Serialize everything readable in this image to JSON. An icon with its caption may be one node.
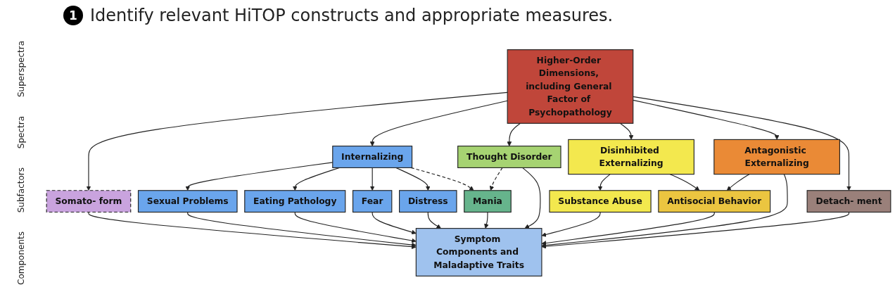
{
  "diagram": {
    "title": "Identify relevant HiTOP constructs and appropriate measures.",
    "nodes": [
      {
        "text": [
          "Higher-Order Dimensions, including General Factor of Psychopathology"
        ]
      },
      {
        "text": [
          "Somato- form"
        ]
      },
      {
        "text": [
          "Internalizing"
        ]
      },
      {
        "text": [
          "Thought Disorder"
        ]
      },
      {
        "text": [
          "Disinhibited Externalizing"
        ]
      },
      {
        "text": [
          "Antagonistic Externalizing"
        ]
      },
      {
        "text": [
          "Detach- ment"
        ]
      },
      {
        "text": [
          "Sexual Problems"
        ]
      },
      {
        "text": [
          "Eating Pathology"
        ]
      },
      {
        "text": [
          "Fear"
        ]
      },
      {
        "text": [
          "Distress"
        ]
      },
      {
        "text": [
          "Mania"
        ]
      },
      {
        "text": [
          "Substance Abuse"
        ]
      },
      {
        "text": [
          "Antisocial Behavior"
        ]
      },
      {
        "text": [
          "Symptom Components and Maladaptive Traits"
        ]
      }
    ],
    "edges": [
      {
        "from": 0,
        "to": 1,
        "arrow": "to"
      },
      {
        "from": 0,
        "to": 2,
        "arrow": "to"
      },
      {
        "from": 0,
        "to": 3,
        "arrow": "to"
      },
      {
        "from": 0,
        "to": 4,
        "arrow": "to"
      },
      {
        "from": 0,
        "to": 5,
        "arrow": "to"
      },
      {
        "from": 0,
        "to": 6,
        "arrow": "to"
      },
      {
        "from": 2,
        "to": 7,
        "arrow": "to"
      },
      {
        "from": 2,
        "to": 8,
        "arrow": "to"
      },
      {
        "from": 2,
        "to": 9,
        "arrow": "to"
      },
      {
        "from": 2,
        "to": 10,
        "arrow": "to"
      },
      {
        "from": 2,
        "to": 11,
        "arrow": "to",
        "style": "dashed"
      },
      {
        "from": 3,
        "to": 11,
        "arrow": "to",
        "style": "dashed"
      },
      {
        "from": 4,
        "to": 12,
        "arrow": "to"
      },
      {
        "from": 4,
        "to": 13,
        "arrow": "to"
      },
      {
        "from": 5,
        "to": 13,
        "arrow": "to"
      },
      {
        "from": 1,
        "to": 14,
        "arrow": "to"
      },
      {
        "from": 7,
        "to": 14,
        "arrow": "to"
      },
      {
        "from": 8,
        "to": 14,
        "arrow": "to"
      },
      {
        "from": 9,
        "to": 14,
        "arrow": "to"
      },
      {
        "from": 10,
        "to": 14,
        "arrow": "to"
      },
      {
        "from": 11,
        "to": 14,
        "arrow": "to"
      },
      {
        "from": 3,
        "to": 14,
        "arrow": "to"
      },
      {
        "from": 12,
        "to": 14,
        "arrow": "to"
      },
      {
        "from": 13,
        "to": 14,
        "arrow": "to"
      },
      {
        "from": 5,
        "to": 14,
        "arrow": "to"
      },
      {
        "from": 6,
        "to": 14,
        "arrow": "to"
      }
    ],
    "labels": [
      "1",
      "Superspectra",
      "Spectra",
      "Subfactors",
      "Components"
    ]
  }
}
